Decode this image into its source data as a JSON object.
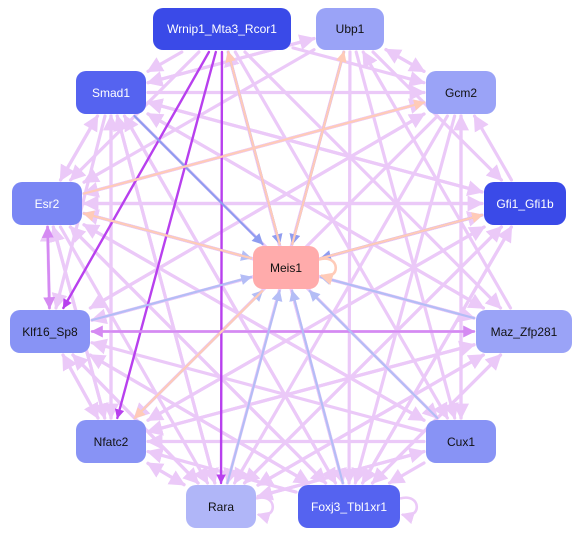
{
  "graph": {
    "nodes": [
      {
        "id": "wrnip1",
        "label": "Wrnip1_Mta3_Rcor1",
        "color": "#3a4ae8",
        "text": "light"
      },
      {
        "id": "ubp1",
        "label": "Ubp1",
        "color": "#9aa3f7",
        "text": "dark"
      },
      {
        "id": "smad1",
        "label": "Smad1",
        "color": "#5563f0",
        "text": "light"
      },
      {
        "id": "gcm2",
        "label": "Gcm2",
        "color": "#9aa3f7",
        "text": "dark"
      },
      {
        "id": "esr2",
        "label": "Esr2",
        "color": "#7a86f4",
        "text": "light"
      },
      {
        "id": "gfi1",
        "label": "Gfi1_Gfi1b",
        "color": "#3a4ae8",
        "text": "light"
      },
      {
        "id": "meis1",
        "label": "Meis1",
        "color": "#ffabab",
        "text": "dark"
      },
      {
        "id": "klf16",
        "label": "Klf16_Sp8",
        "color": "#8893f5",
        "text": "dark"
      },
      {
        "id": "maz",
        "label": "Maz_Zfp281",
        "color": "#9aa3f7",
        "text": "dark"
      },
      {
        "id": "nfatc2",
        "label": "Nfatc2",
        "color": "#8893f5",
        "text": "dark"
      },
      {
        "id": "cux1",
        "label": "Cux1",
        "color": "#8893f5",
        "text": "dark"
      },
      {
        "id": "rara",
        "label": "Rara",
        "color": "#b0b6f8",
        "text": "dark"
      },
      {
        "id": "foxj3",
        "label": "Foxj3_Tbl1xr1",
        "color": "#5563f0",
        "text": "light"
      }
    ],
    "edge_colors": {
      "light_violet": "#ebc9f8",
      "violet": "#d58af2",
      "strong_violet": "#b840ee",
      "blue": "#8f9cf0",
      "pale_blue": "#b4bdf6",
      "peach": "#ffcbb8"
    }
  }
}
